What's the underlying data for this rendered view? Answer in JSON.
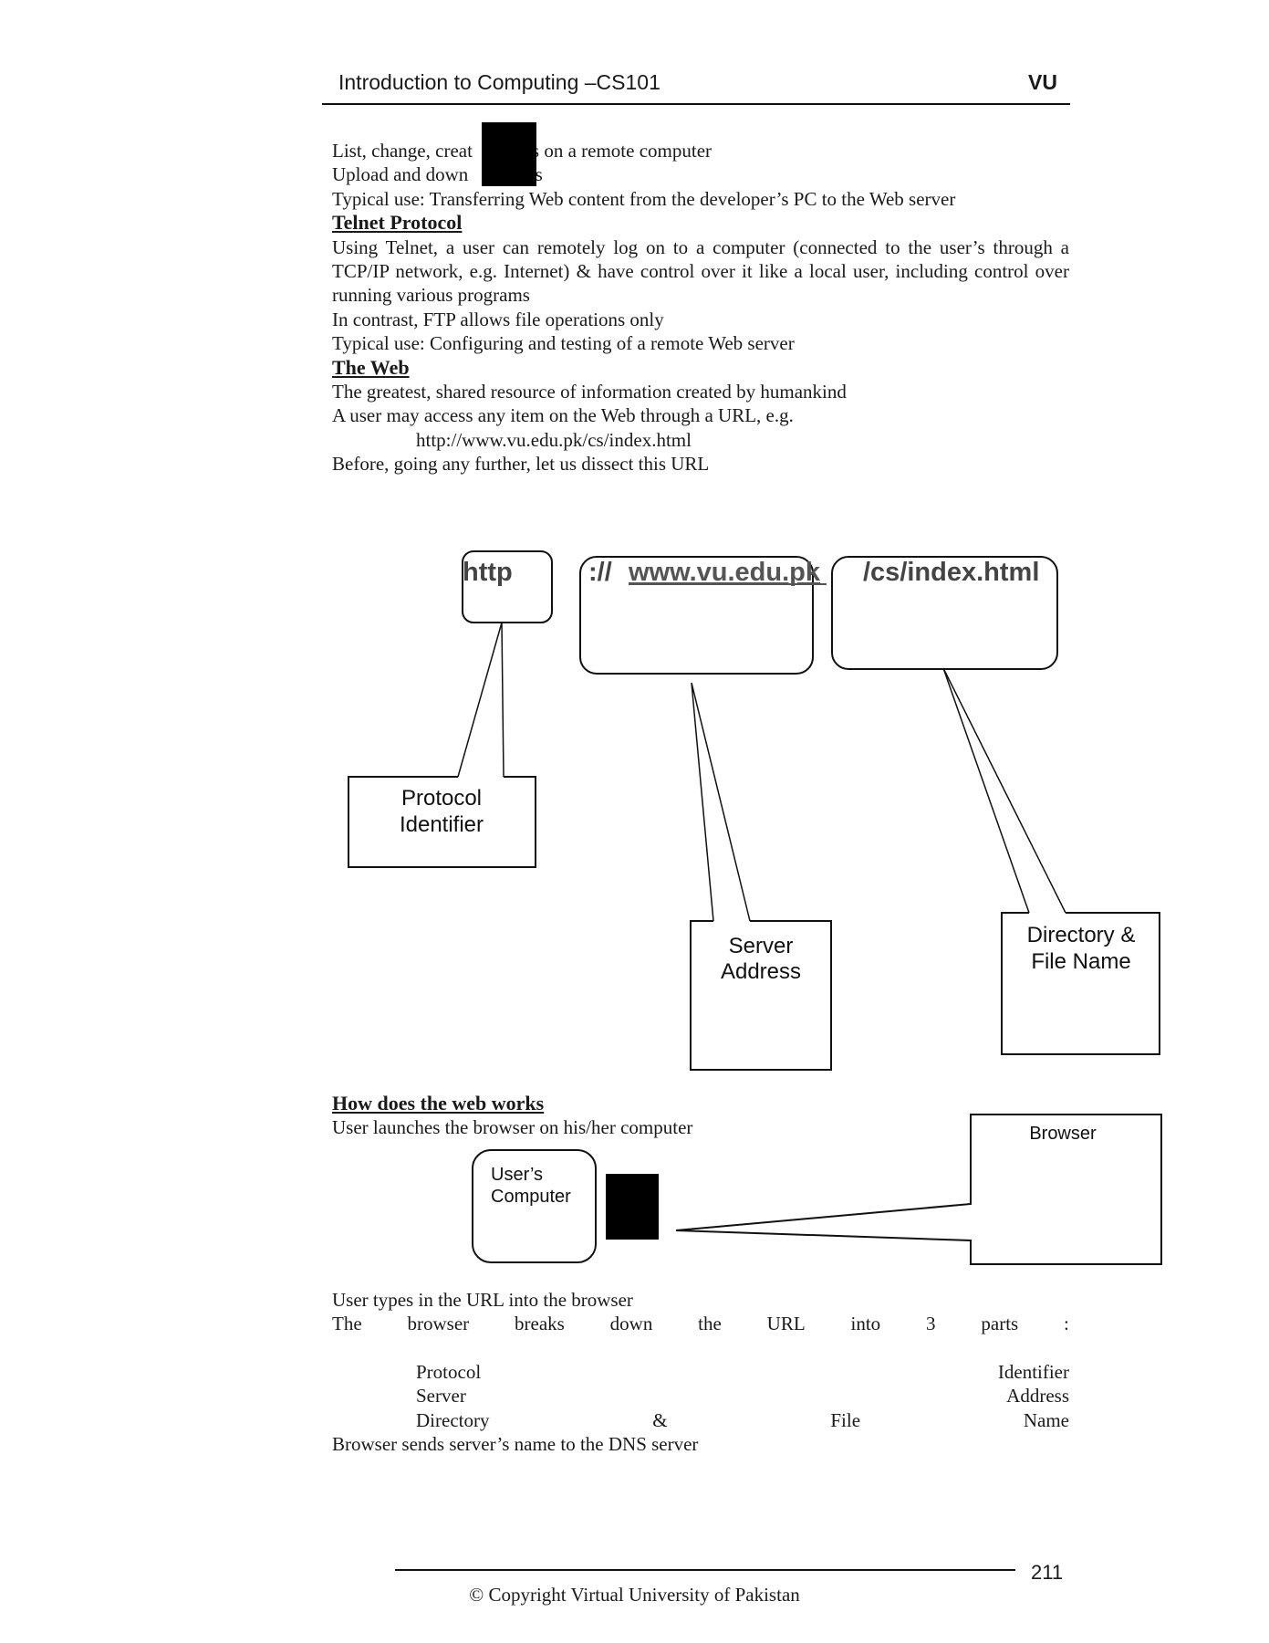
{
  "header": {
    "title": "Introduction to Computing –CS101",
    "brand": "VU"
  },
  "ftp_lines": [
    "List, change, creat",
    "rs on a remote computer",
    "Upload and down",
    "es",
    "Typical use: Transferring Web content from the developer’s PC to the Web server"
  ],
  "telnet": {
    "heading": "Telnet Protocol",
    "para": "Using Telnet, a user can remotely log on to a computer (connected to the user’s through a TCP/IP network, e.g. Internet) & have control over it like a local user, including control over running various programs",
    "line2": "In contrast, FTP allows file operations only",
    "line3": "Typical use: Configuring and testing of a remote Web server"
  },
  "web": {
    "heading": "The Web",
    "line1": "The greatest, shared resource of information created by humankind",
    "line2": "A user may access any item on the Web through a URL, e.g.",
    "url": "http://www.vu.edu.pk/cs/index.html",
    "line3": "Before, going any further, let us dissect this URL"
  },
  "url_diagram": {
    "part_protocol": "http",
    "part_sep": "://",
    "part_server": "www.vu.edu.pk",
    "part_path": "/cs/index.html",
    "label_protocol_1": "Protocol",
    "label_protocol_2": "Identifier",
    "label_server_1": "Server",
    "label_server_2": "Address",
    "label_path_1": "Directory &",
    "label_path_2": "File Name"
  },
  "how": {
    "heading": "How does the web works",
    "line1": "User launches the browser on his/her computer",
    "users_computer_1": "User’s",
    "users_computer_2": "Computer",
    "browser": "Browser",
    "line2": "User types in the URL into the browser",
    "line3_words": [
      "The",
      "browser",
      "breaks",
      "down",
      "the",
      "URL",
      "into",
      "3",
      "parts",
      ":"
    ],
    "parts": [
      [
        "Protocol",
        "Identifier"
      ],
      [
        "Server",
        "Address"
      ],
      [
        "Directory",
        "&",
        "File",
        "Name"
      ]
    ],
    "line4": "Browser sends server’s name to the DNS server"
  },
  "footer": {
    "page": "211",
    "copyright": "© Copyright Virtual University of Pakistan"
  }
}
